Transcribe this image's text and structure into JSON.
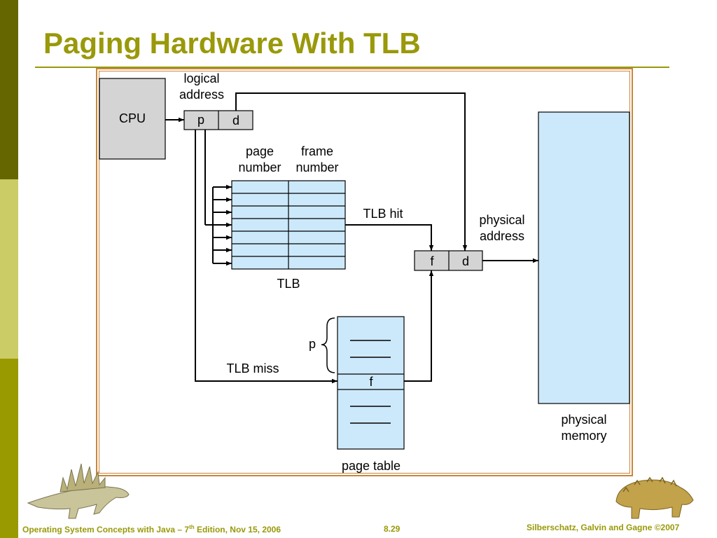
{
  "slide": {
    "title": "Paging Hardware With TLB",
    "colors": {
      "accent": "#99990a",
      "sidebar_dark": "#666600",
      "sidebar_light": "#cccc66",
      "sidebar_mid": "#999900",
      "frame": "#c8863a",
      "memory_fill": "#cce9fb",
      "register_fill": "#d9d9d9"
    }
  },
  "diagram": {
    "cpu_label": "CPU",
    "logical_address_label": [
      "logical",
      "address"
    ],
    "logical_fields": {
      "p": "p",
      "d": "d"
    },
    "tlb_col_headers": {
      "page": [
        "page",
        "number"
      ],
      "frame": [
        "frame",
        "number"
      ]
    },
    "tlb_label": "TLB",
    "tlb_hit_label": "TLB hit",
    "tlb_miss_label": "TLB miss",
    "physical_address_label": [
      "physical",
      "address"
    ],
    "physical_fields": {
      "f": "f",
      "d": "d"
    },
    "page_table_label": "page table",
    "page_table_p": "p",
    "page_table_f": "f",
    "physical_memory_label": [
      "physical",
      "memory"
    ]
  },
  "footer": {
    "left_pre": "Operating System Concepts with Java – 7",
    "left_sup": "th",
    "left_post": " Edition, Nov 15, 2006",
    "page": "8.29",
    "right": "Silberschatz, Galvin and Gagne ©2007"
  }
}
